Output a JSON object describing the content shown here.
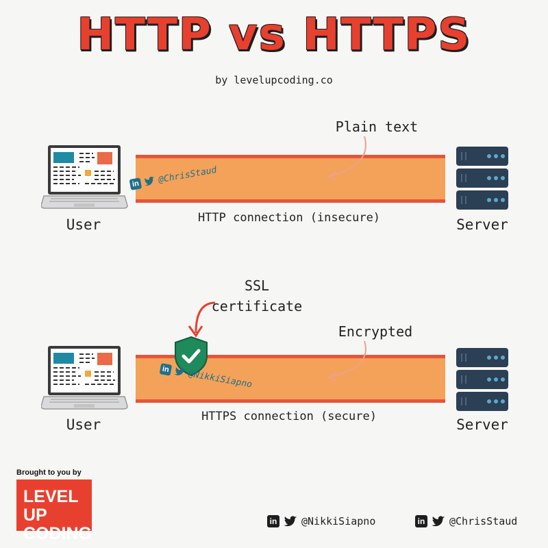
{
  "title": "HTTP vs HTTPS",
  "byline": "by levelupcoding.co",
  "http": {
    "user_label": "User",
    "server_label": "Server",
    "connection_label": "HTTP connection (insecure)",
    "note": "Plain text",
    "handle": "@ChrisStaud"
  },
  "https": {
    "user_label": "User",
    "server_label": "Server",
    "connection_label": "HTTPS connection (secure)",
    "note": "Encrypted",
    "ssl_line1": "SSL",
    "ssl_line2": "certificate",
    "handle": "@NikkiSiapno"
  },
  "footer": {
    "brought_by": "Brought to you by",
    "brand_line1": "LEVEL UP",
    "brand_line2": "CODING",
    "social1": "@NikkiSiapno",
    "social2": "@ChrisStaud",
    "linkedin_glyph": "in"
  },
  "colors": {
    "accent_red": "#e8402f",
    "pipe_orange": "#f4a259",
    "pipe_border": "#e4553a",
    "shield_green": "#1f8a5b",
    "server_navy": "#2b3f55",
    "teal": "#1f6f8b"
  }
}
